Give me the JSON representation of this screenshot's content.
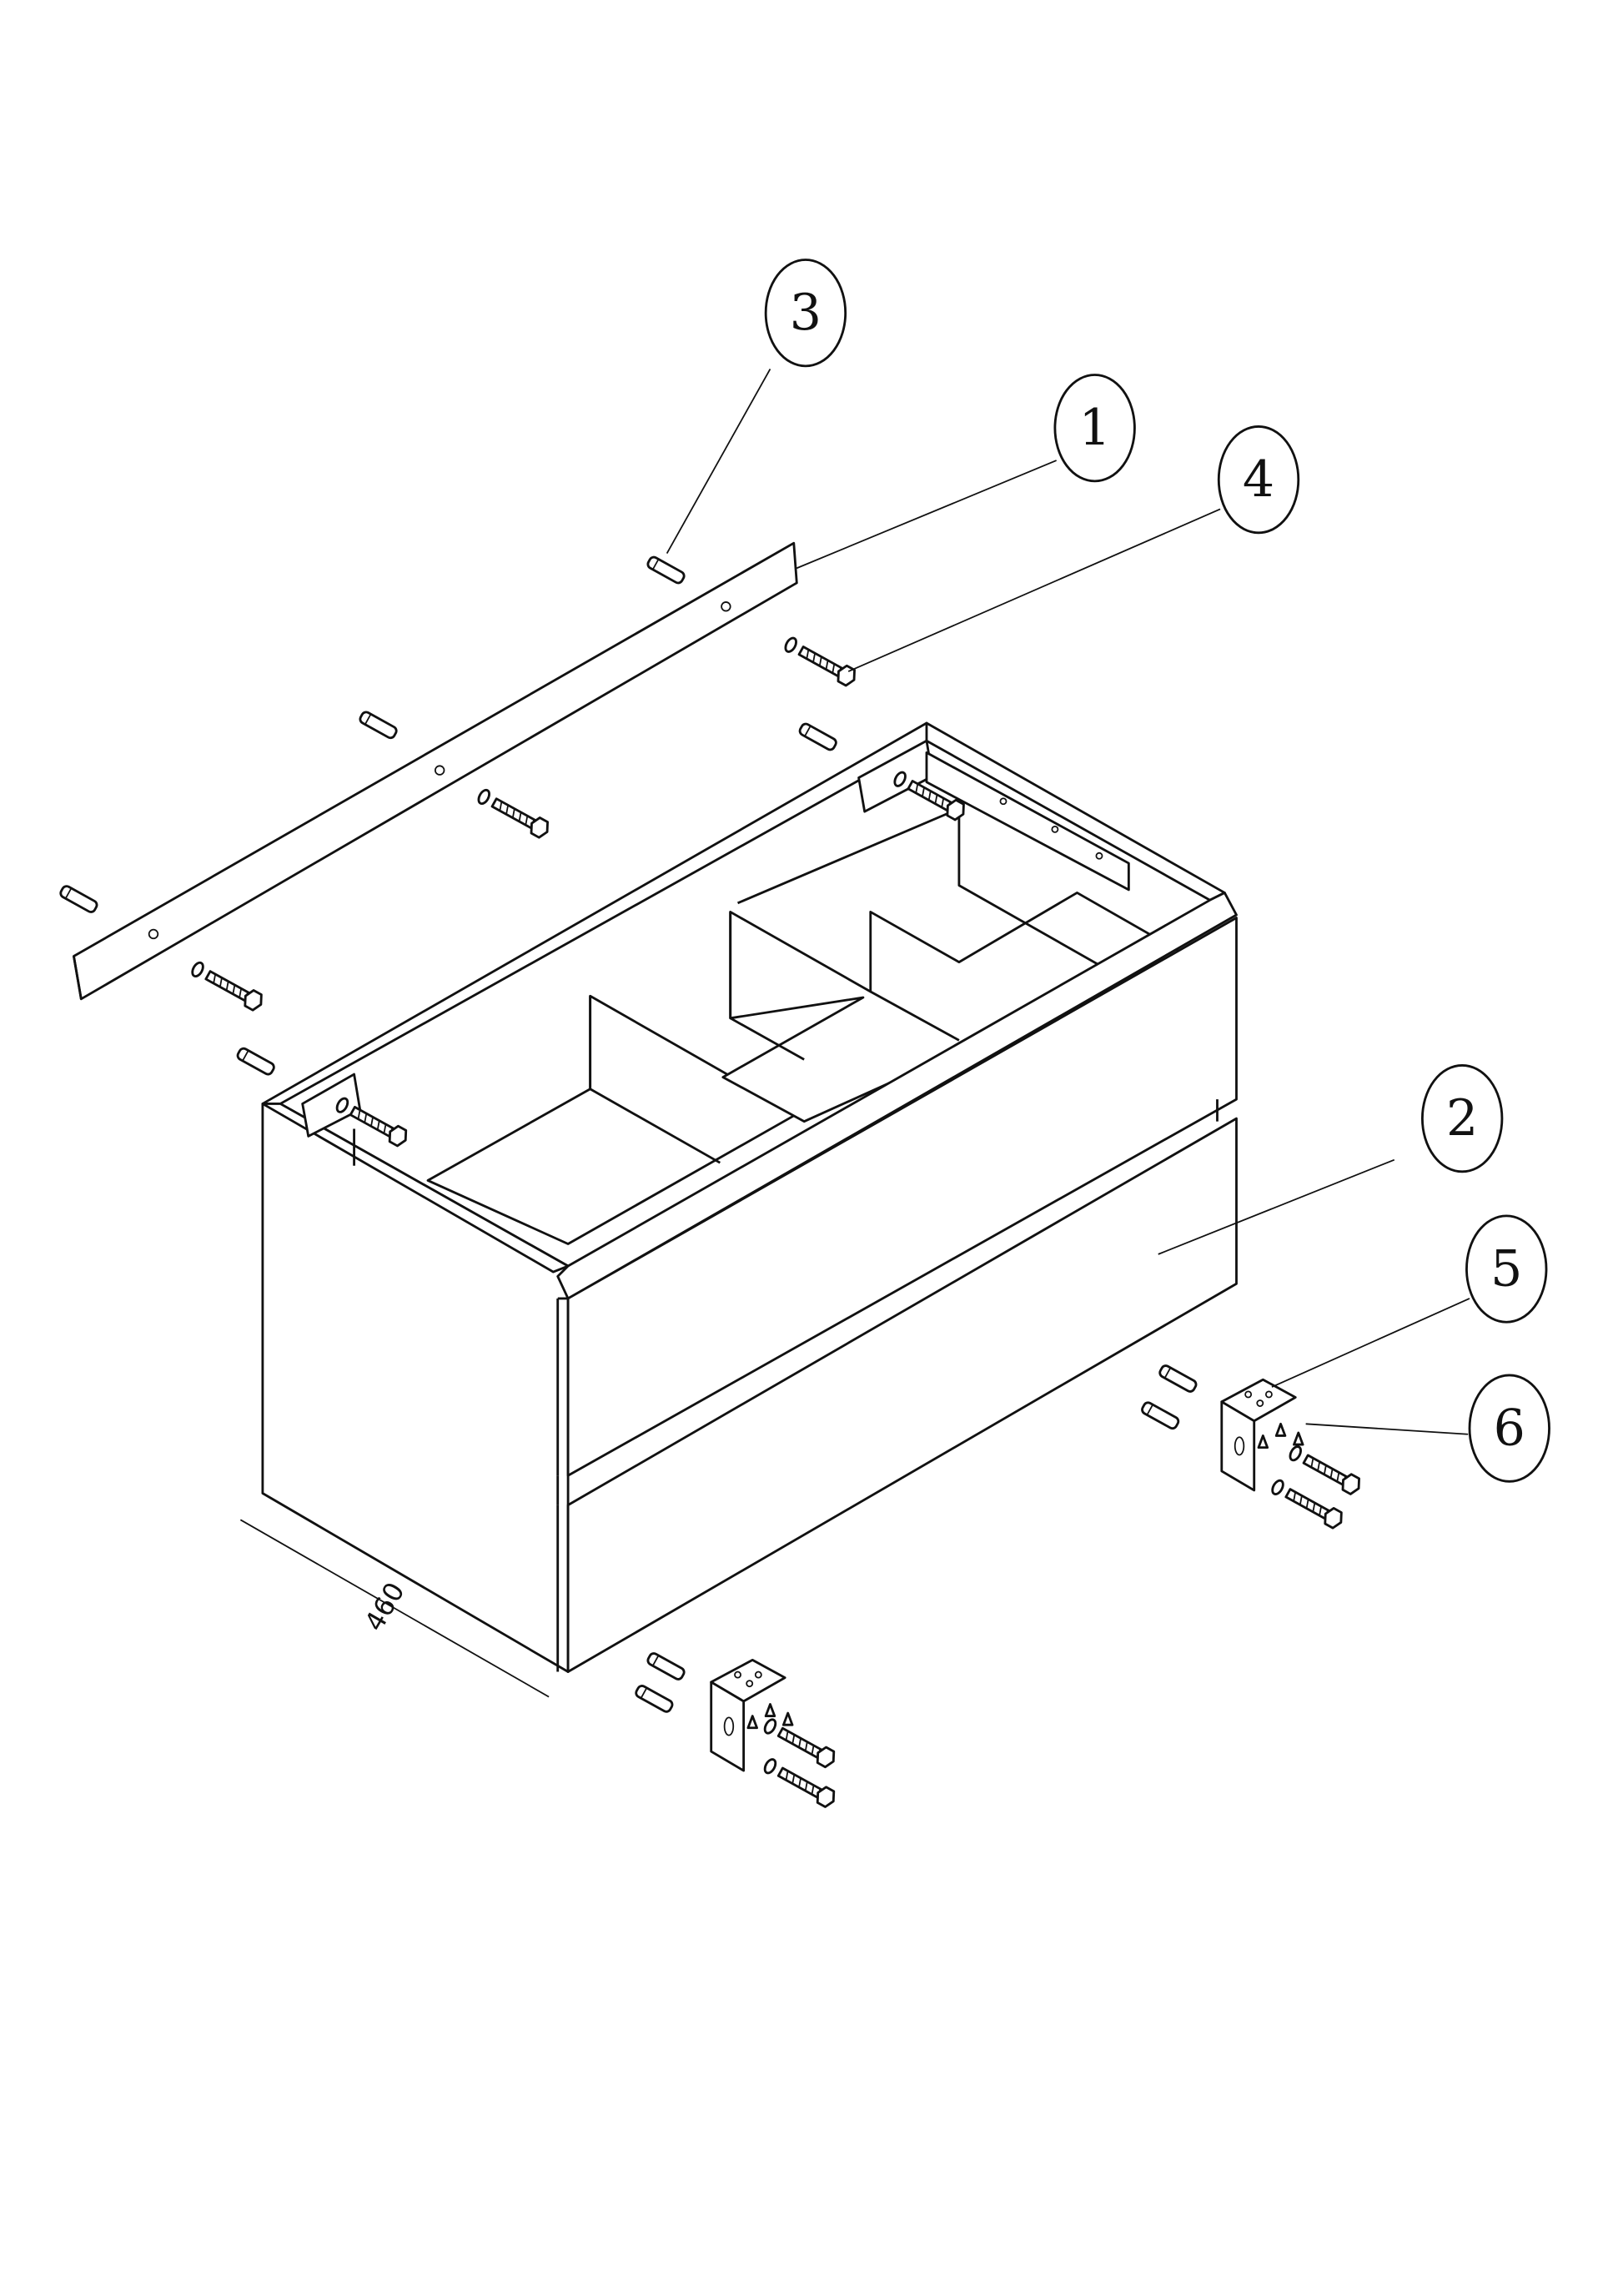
{
  "drawing": {
    "callouts": [
      {
        "label": "1",
        "part": "rail"
      },
      {
        "label": "2",
        "part": "cabinet"
      },
      {
        "label": "3",
        "part": "dowel"
      },
      {
        "label": "4",
        "part": "screw"
      },
      {
        "label": "5",
        "part": "bracket"
      },
      {
        "label": "6",
        "part": "plug"
      }
    ],
    "dimension_depth": "460"
  }
}
